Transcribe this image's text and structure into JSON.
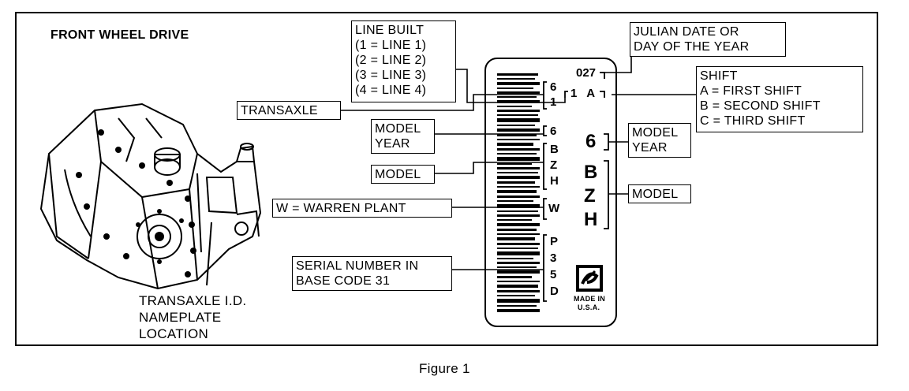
{
  "heading": "FRONT WHEEL DRIVE",
  "location_caption": [
    "TRANSAXLE I.D.",
    "NAMEPLATE",
    "LOCATION"
  ],
  "figure_caption": "Figure 1",
  "callouts": {
    "line_built": [
      "LINE BUILT",
      "(1  =  LINE 1)",
      "(2  =  LINE 2)",
      "(3  =  LINE 3)",
      "(4  =  LINE 4)"
    ],
    "julian_date": [
      "JULIAN DATE OR",
      "DAY OF THE YEAR"
    ],
    "shift": [
      "SHIFT",
      "A  =  FIRST SHIFT",
      "B  =  SECOND SHIFT",
      "C  =  THIRD SHIFT"
    ],
    "transaxle": "TRANSAXLE",
    "model_year_left": [
      "MODEL",
      "YEAR"
    ],
    "model_left": "MODEL",
    "warren_plant": "W  =  WARREN PLANT",
    "serial_number": [
      "SERIAL NUMBER IN",
      "BASE CODE 31"
    ],
    "model_year_right": [
      "MODEL",
      "YEAR"
    ],
    "model_right": "MODEL"
  },
  "plate": {
    "julian": "027",
    "shift_code": "1   A",
    "transaxle_chars": [
      "6",
      "1"
    ],
    "model_year_char": "6",
    "model_chars": [
      "B",
      "Z",
      "H"
    ],
    "plant_char": "W",
    "serial_chars": [
      "P",
      "3",
      "5",
      "D"
    ],
    "large_model_year": "6",
    "large_model_chars": [
      "B",
      "Z",
      "H"
    ],
    "made_in": [
      "MADE IN",
      "U.S.A."
    ],
    "logo_icon": "gm-hydramatic-logo-icon"
  }
}
